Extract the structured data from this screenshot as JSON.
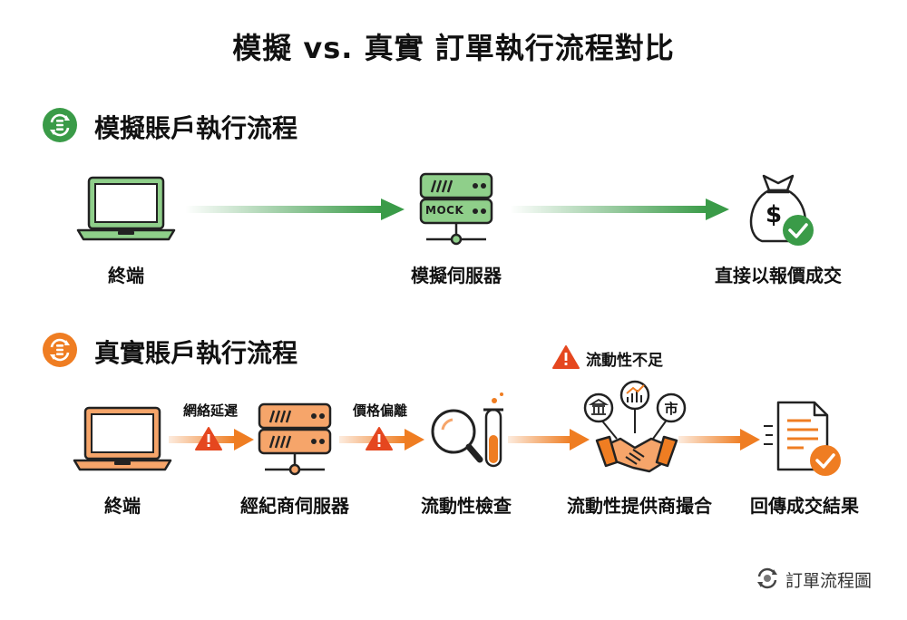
{
  "title": "模擬 vs. 真實 訂單執行流程對比",
  "colors": {
    "sim_accent": "#3a9b48",
    "real_accent": "#ef7d22",
    "warning": "#e5471f",
    "dark": "#222222"
  },
  "simulated": {
    "title": "模擬賬戶執行流程",
    "nodes": [
      {
        "label": "終端",
        "icon": "laptop-icon"
      },
      {
        "label": "模擬伺服器",
        "icon": "mock-server-icon",
        "badge": "MOCK"
      },
      {
        "label": "直接以報價成交",
        "icon": "money-bag-check-icon",
        "badge": "$"
      }
    ]
  },
  "real": {
    "title": "真實賬戶執行流程",
    "nodes": [
      {
        "label": "終端",
        "icon": "laptop-icon"
      },
      {
        "label": "經紀商伺服器",
        "icon": "server-icon"
      },
      {
        "label": "流動性檢查",
        "icon": "magnifier-test-tube-icon"
      },
      {
        "label": "流動性提供商撮合",
        "icon": "handshake-icon",
        "bubbles": [
          "市"
        ]
      },
      {
        "label": "回傳成交結果",
        "icon": "document-check-icon"
      }
    ],
    "edge_labels": [
      "網絡延遲",
      "價格偏離"
    ],
    "liquidity_warning": "流動性不足"
  },
  "footer": {
    "label": "訂單流程圖",
    "icon": "refresh-cycle-icon"
  }
}
